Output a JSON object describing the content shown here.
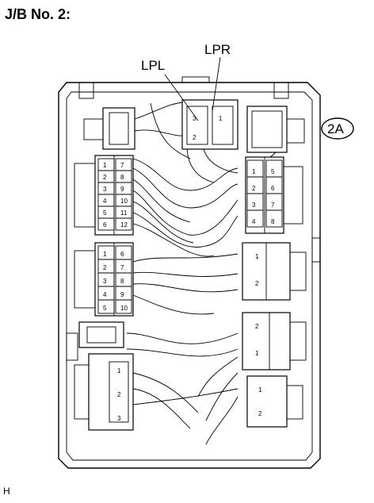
{
  "title": "J/B No. 2:",
  "footer": "H",
  "callouts": {
    "lpl": "LPL",
    "lpr": "LPR",
    "connector_tag": "2A"
  },
  "pin_labels": {
    "left_upper": [
      "1",
      "2",
      "3",
      "4",
      "5",
      "6",
      "7",
      "8",
      "9",
      "10",
      "11",
      "12"
    ],
    "left_middle": [
      "1",
      "2",
      "3",
      "4",
      "5",
      "6",
      "7",
      "8",
      "9",
      "10"
    ],
    "right_upper": [
      "1",
      "2",
      "3",
      "4",
      "5",
      "6",
      "7",
      "8"
    ]
  }
}
